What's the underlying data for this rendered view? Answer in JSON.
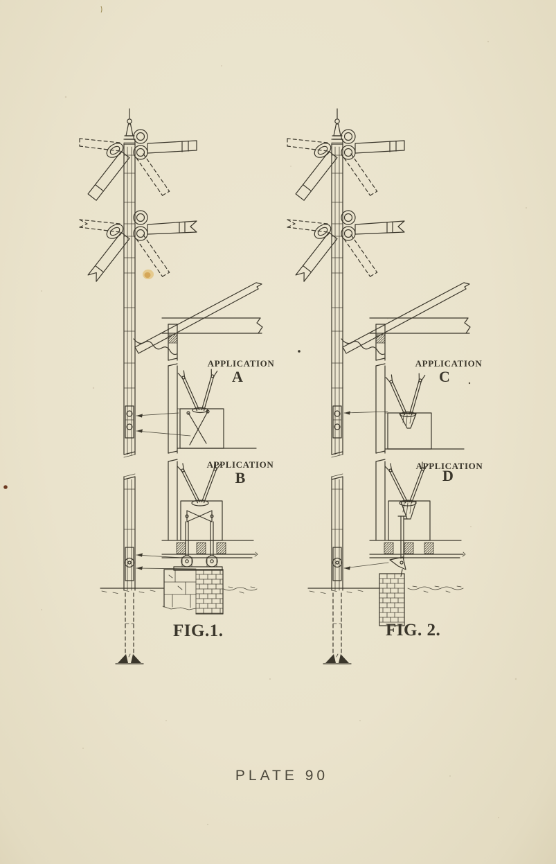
{
  "page": {
    "paper_color": "#eae3cc",
    "ink_color": "#3a362b",
    "caption_color": "#4b473b",
    "stain_color": "#d9a544",
    "blemish_color": "#6d3a22"
  },
  "plate": {
    "caption": "PLATE 90"
  },
  "figures": [
    {
      "caption": "FIG.1.",
      "applications": [
        {
          "label": "APPLICATION",
          "letter": "A"
        },
        {
          "label": "APPLICATION",
          "letter": "B"
        }
      ]
    },
    {
      "caption": "FIG. 2.",
      "applications": [
        {
          "label": "APPLICATION",
          "letter": "C"
        },
        {
          "label": "APPLICATION",
          "letter": "D"
        }
      ]
    }
  ]
}
